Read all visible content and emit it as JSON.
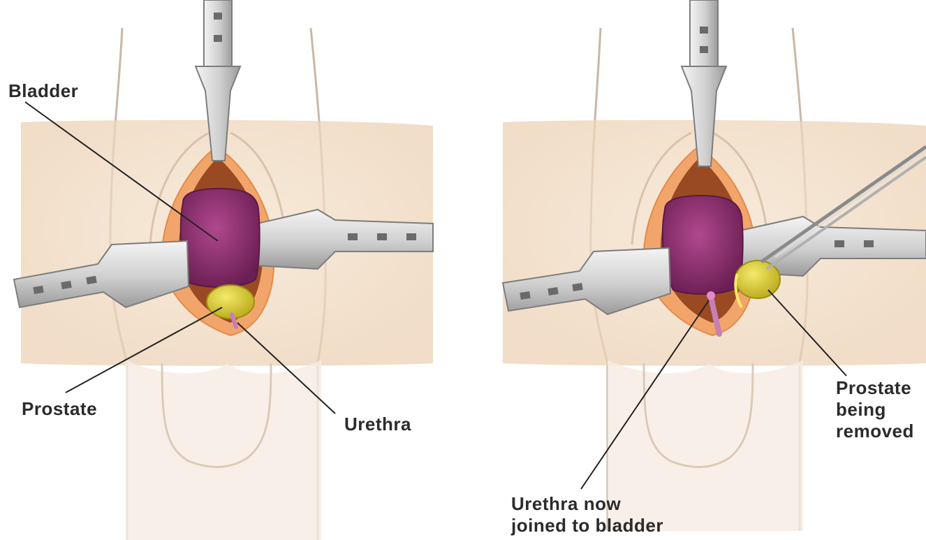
{
  "panels": [
    {
      "id": "before",
      "labels": {
        "bladder": [
          "Bladder"
        ],
        "prostate": [
          "Prostate"
        ],
        "urethra": [
          "Urethra"
        ]
      }
    },
    {
      "id": "after",
      "labels": {
        "prostate_removed": [
          "Prostate",
          "being",
          "removed"
        ],
        "urethra_joined": [
          "Urethra now",
          "joined to bladder"
        ]
      }
    }
  ],
  "colors": {
    "skin": "#f2dcc4",
    "skin_dark": "#e6c9a8",
    "outline": "#b89a80",
    "bladder": "#8e2f6f",
    "bladder_dark": "#6e2056",
    "prostate": "#d9c92a",
    "tissue": "#9a4a22",
    "fat": "#f2a56b",
    "retractor": "#d9d9d9",
    "retractor_dark": "#8a8a8a",
    "urethra": "#c77fb6",
    "leader": "#222222"
  }
}
